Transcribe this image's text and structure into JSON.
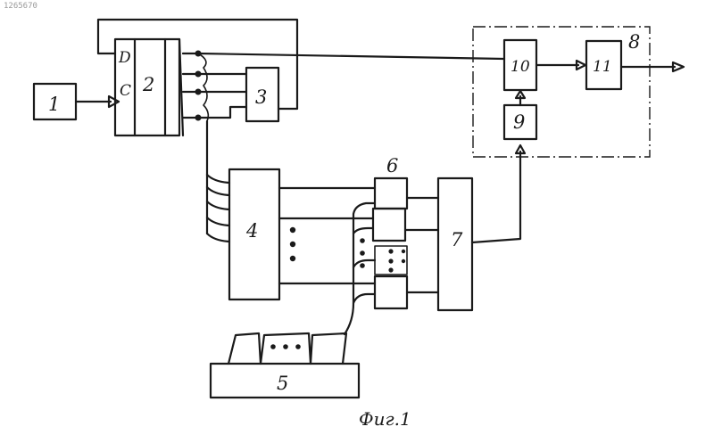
{
  "corner_number": "1265670",
  "blocks": {
    "b1": "1",
    "b2": "2",
    "b3": "3",
    "b4": "4",
    "b5": "5",
    "b6": "6",
    "b7": "7",
    "b8": "8",
    "b9": "9",
    "b10": "10",
    "b11": "11"
  },
  "pins": {
    "d": "D",
    "c": "C"
  },
  "caption": "Фиг.1"
}
